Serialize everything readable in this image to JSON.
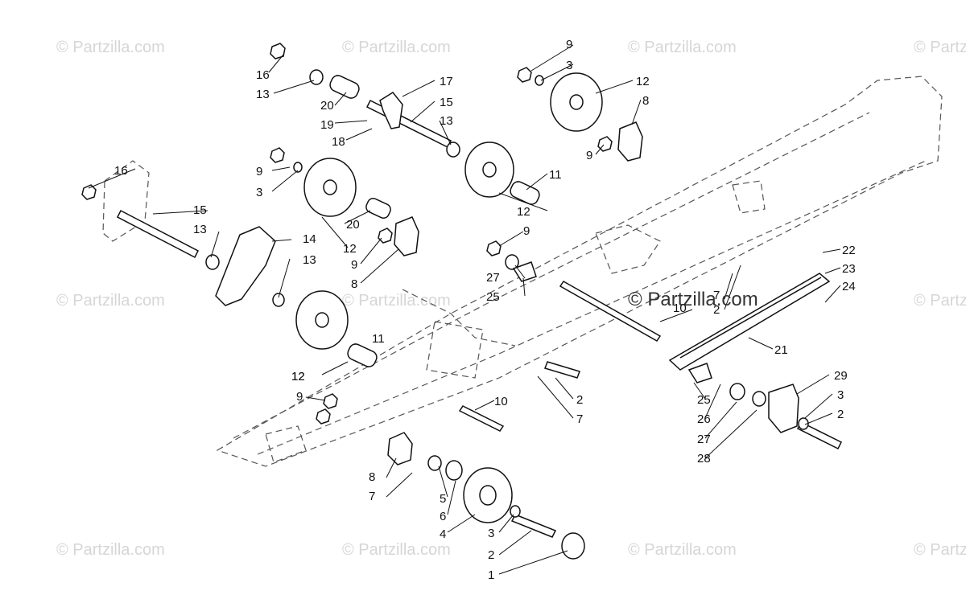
{
  "watermark": {
    "text": "© Partzilla.com",
    "center_text": "© Partzilla.com"
  },
  "callouts": [
    "16",
    "13",
    "20",
    "19",
    "18",
    "17",
    "15",
    "13",
    "9",
    "3",
    "12",
    "8",
    "9",
    "16",
    "15",
    "13",
    "9",
    "3",
    "20",
    "12",
    "14",
    "13",
    "9",
    "8",
    "11",
    "12",
    "9",
    "27",
    "25",
    "12",
    "11",
    "10",
    "7",
    "2",
    "22",
    "23",
    "24",
    "21",
    "12",
    "9",
    "2",
    "7",
    "10",
    "25",
    "26",
    "27",
    "28",
    "29",
    "3",
    "2",
    "8",
    "7",
    "5",
    "6",
    "4",
    "3",
    "2",
    "1"
  ]
}
